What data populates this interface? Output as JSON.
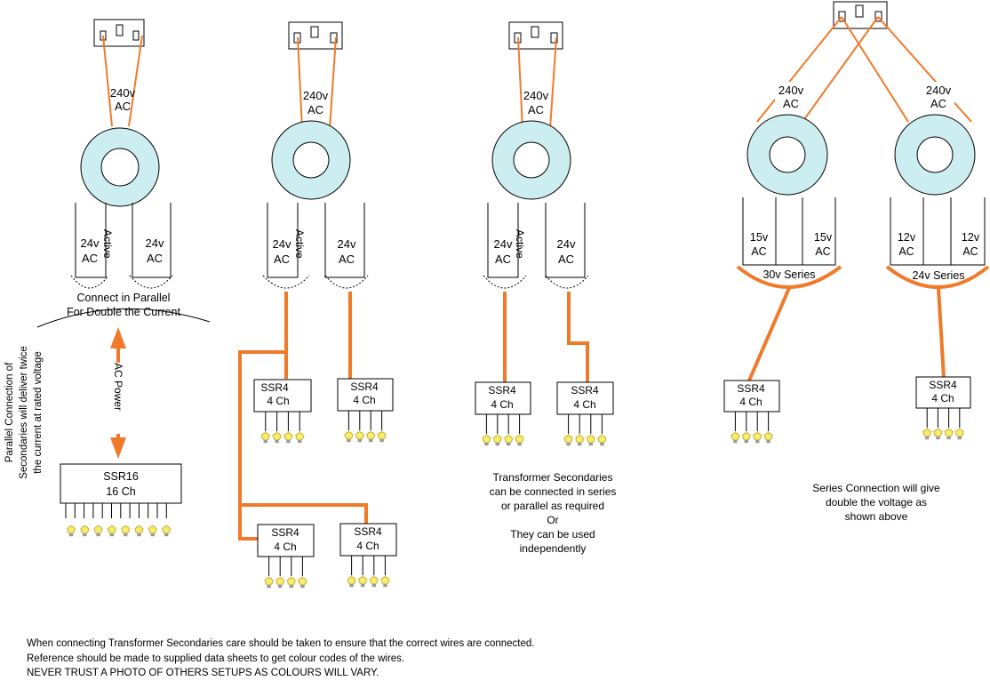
{
  "colors": {
    "wire": "#f07a2a",
    "toroid_fill": "#cdeef0",
    "line": "#000000"
  },
  "icons": [
    "ac-socket-icon",
    "toroid-transformer-icon",
    "bulb-icon"
  ],
  "col1": {
    "primary_v": "240v",
    "primary_ac": "AC",
    "sec_left_v": "24v",
    "sec_left_ac": "AC",
    "sec_right_v": "24v",
    "sec_right_ac": "AC",
    "active_label": "Active",
    "parallel_line1": "Connect in Parallel",
    "parallel_line2": "For Double the Current",
    "ac_power": "AC Power",
    "ssr_name": "SSR16",
    "ssr_ch": "16 Ch",
    "side_note": [
      "Parallel Connection of",
      "Secondaries will deliver twice",
      "the current at rated voltage"
    ]
  },
  "col2": {
    "primary_v": "240v",
    "primary_ac": "AC",
    "sec_left_v": "24v",
    "sec_left_ac": "AC",
    "sec_right_v": "24v",
    "sec_right_ac": "AC",
    "active_label": "Active",
    "ssr_a_name": "SSR4",
    "ssr_a_ch": "4 Ch",
    "ssr_b_name": "SSR4",
    "ssr_b_ch": "4 Ch",
    "ssr_c_name": "SSR4",
    "ssr_c_ch": "4 Ch",
    "ssr_d_name": "SSR4",
    "ssr_d_ch": "4 Ch"
  },
  "col3": {
    "primary_v": "240v",
    "primary_ac": "AC",
    "sec_left_v": "24v",
    "sec_left_ac": "AC",
    "sec_right_v": "24v",
    "sec_right_ac": "AC",
    "active_label": "Active",
    "ssr_a_name": "SSR4",
    "ssr_a_ch": "4 Ch",
    "ssr_b_name": "SSR4",
    "ssr_b_ch": "4 Ch",
    "note": [
      "Transformer Secondaries",
      "can be connected in series",
      "or parallel as required",
      "Or",
      "They can be used",
      "independently"
    ]
  },
  "col4": {
    "primary_left_v": "240v",
    "primary_left_ac": "AC",
    "primary_right_v": "240v",
    "primary_right_ac": "AC",
    "t1_left_v": "15v",
    "t1_left_ac": "AC",
    "t1_right_v": "15v",
    "t1_right_ac": "AC",
    "t1_series": "30v Series",
    "t2_left_v": "12v",
    "t2_left_ac": "AC",
    "t2_right_v": "12v",
    "t2_right_ac": "AC",
    "t2_series": "24v Series",
    "ssr_a_name": "SSR4",
    "ssr_a_ch": "4 Ch",
    "ssr_b_name": "SSR4",
    "ssr_b_ch": "4 Ch",
    "note": [
      "Series Connection will give",
      "double the voltage as",
      "shown above"
    ]
  },
  "footer": [
    "When connecting Transformer Secondaries care should be taken to ensure that the correct wires are connected.",
    "Reference should be made to supplied data sheets to get colour codes of the wires.",
    "NEVER TRUST A PHOTO OF OTHERS SETUPS AS COLOURS WILL VARY."
  ]
}
